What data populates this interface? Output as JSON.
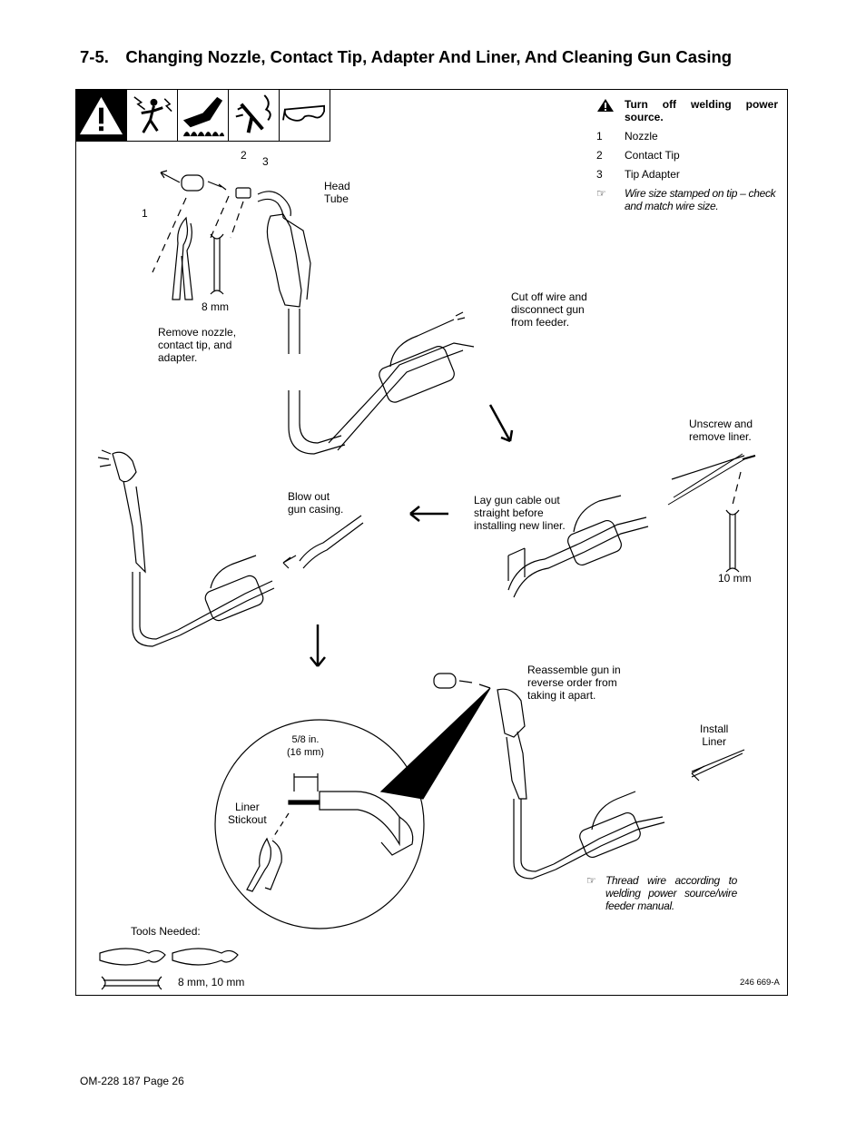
{
  "title": "7-5. Changing Nozzle, Contact Tip, Adapter And Liner, And Cleaning Gun Casing",
  "safety_icons": [
    "warning-triangle-icon",
    "electric-shock-icon",
    "hot-parts-icon",
    "burn-hazard-icon",
    "safety-glasses-icon"
  ],
  "legend": {
    "warning": "Turn off welding power source.",
    "items": [
      {
        "num": "1",
        "label": "Nozzle"
      },
      {
        "num": "2",
        "label": "Contact Tip"
      },
      {
        "num": "3",
        "label": "Tip Adapter"
      }
    ],
    "note": "Wire size stamped on tip – check and match wire size."
  },
  "callouts": {
    "n1": "1",
    "n2": "2",
    "n3": "3",
    "head_tube": "Head\nTube",
    "wrench_8mm": "8 mm",
    "remove": "Remove nozzle,\ncontact tip, and\nadapter.",
    "cut_off": "Cut off wire and\ndisconnect gun\nfrom feeder.",
    "unscrew": "Unscrew and\nremove liner.",
    "blow_out": "Blow out\ngun casing.",
    "lay_gun": "Lay gun cable out\nstraight before\ninstalling new liner.",
    "wrench_10mm": "10 mm",
    "reassemble": "Reassemble gun in\nreverse order from\ntaking it apart.",
    "install_liner": "Install\nLiner",
    "stickout_dim": "5/8 in.\n(16 mm)",
    "liner_stickout": "Liner\nStickout",
    "thread_wire": "Thread wire according to welding power source/wire feeder manual.",
    "tools_needed": "Tools Needed:",
    "tool_sizes": "8 mm, 10 mm"
  },
  "figure_number": "246 669-A",
  "footer": "OM-228 187 Page 26"
}
